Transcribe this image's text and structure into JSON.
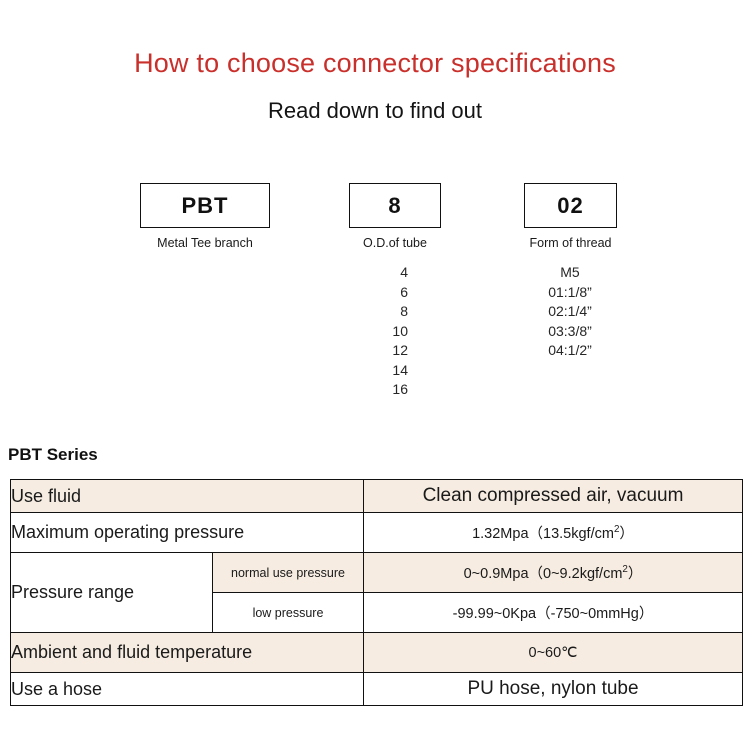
{
  "header": {
    "title": "How to choose connector specifications",
    "subtitle": "Read down to find out",
    "title_color": "#c9302c"
  },
  "code_breakdown": {
    "segments": [
      {
        "name": "series-code",
        "code": "PBT",
        "caption": "Metal Tee branch",
        "options": []
      },
      {
        "name": "tube-od-code",
        "code": "8",
        "caption": "O.D.of tube",
        "options": [
          "4",
          "6",
          "8",
          "10",
          "12",
          "14",
          "16"
        ]
      },
      {
        "name": "thread-form-code",
        "code": "02",
        "caption": "Form of thread",
        "options": [
          "M5",
          "01:1/8”",
          "02:1/4”",
          "03:3/8”",
          "04:1/2”"
        ]
      }
    ]
  },
  "spec": {
    "series_label": "PBT Series",
    "shade_color": "#f6ece1",
    "rows": [
      {
        "label": "Use fluid",
        "value": "Clean compressed air, vacuum",
        "value_size": "big",
        "shaded": true
      },
      {
        "label": "Maximum operating pressure",
        "value": "1.32Mpa（13.5kgf/cm²）",
        "value_size": "small",
        "shaded": false
      },
      {
        "label": "Pressure range",
        "sub_rows": [
          {
            "sub_label": "normal use pressure",
            "value": "0~0.9Mpa（0~9.2kgf/cm²）",
            "value_size": "small",
            "shaded": true
          },
          {
            "sub_label": "low pressure",
            "value": "-99.99~0Kpa（-750~0mmHg）",
            "value_size": "small",
            "shaded": false
          }
        ]
      },
      {
        "label": "Ambient and fluid temperature",
        "value": "0~60℃",
        "value_size": "small",
        "shaded": true
      },
      {
        "label": "Use a hose",
        "value": "PU hose, nylon tube",
        "value_size": "big",
        "shaded": false
      }
    ]
  }
}
